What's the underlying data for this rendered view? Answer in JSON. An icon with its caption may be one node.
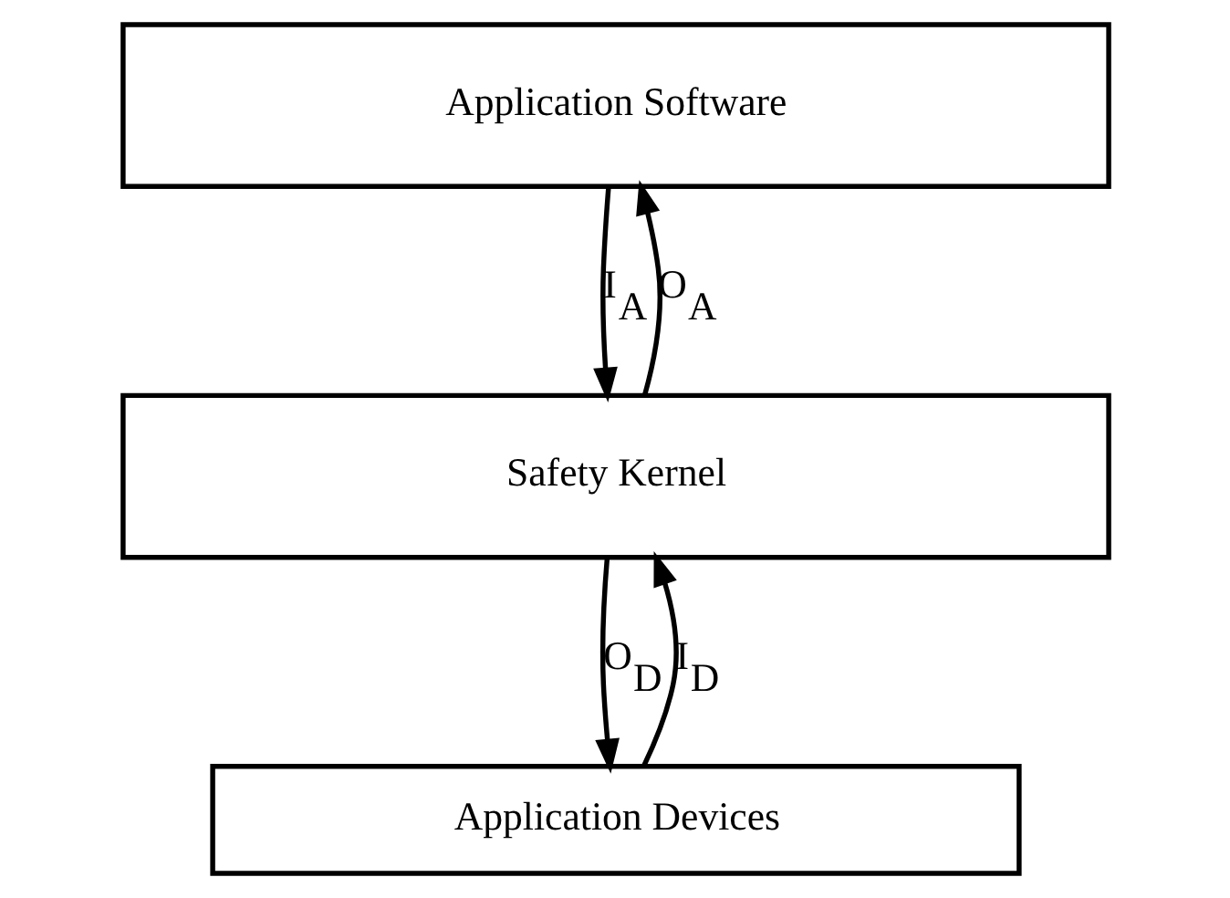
{
  "diagram": {
    "nodes": [
      {
        "text": [
          "Application Software"
        ]
      },
      {
        "text": [
          "Safety Kernel"
        ]
      },
      {
        "text": [
          "Application Devices"
        ]
      }
    ],
    "edges": [
      {
        "from": 0,
        "to": 1,
        "arrow": "to",
        "label": "I$_{A}$"
      },
      {
        "from": 1,
        "to": 0,
        "arrow": "to",
        "label": "O$_{A}$"
      },
      {
        "from": 1,
        "to": 2,
        "arrow": "to",
        "label": "O$_{D}$"
      },
      {
        "from": 2,
        "to": 1,
        "arrow": "to",
        "label": "I$_{D}$"
      }
    ]
  }
}
